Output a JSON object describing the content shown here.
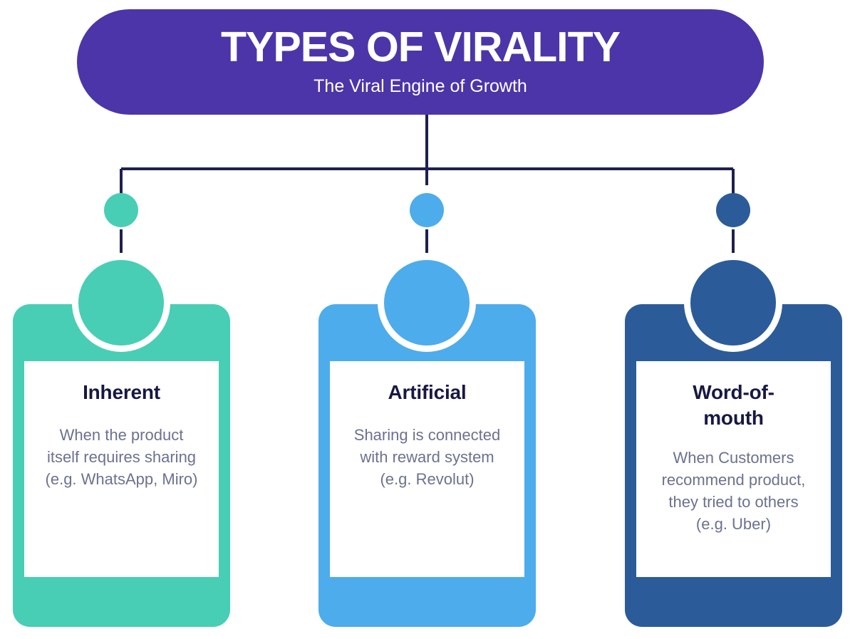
{
  "header": {
    "title": "TYPES OF VIRALITY",
    "subtitle": "The Viral Engine of Growth",
    "background_color": "#4C35A8",
    "text_color": "#FFFFFF"
  },
  "connector": {
    "color": "#1E2050",
    "stroke_width": 4,
    "style": "elbow-with-dashes"
  },
  "theme": {
    "page_background": "#FFFFFF",
    "heading_color": "#181843",
    "body_color": "#6C7190",
    "ring_color": "#FFFFFF"
  },
  "branches": [
    {
      "id": "inherent",
      "heading": "Inherent",
      "body": "When the product\nitself requires sharing\n(e.g. WhatsApp, Miro)",
      "color": "#48CEB4",
      "dot_label": "branch-dot-inherent",
      "circle_label": "branch-circle-inherent"
    },
    {
      "id": "artificial",
      "heading": "Artificial",
      "body": "Sharing is connected\nwith reward system\n(e.g. Revolut)",
      "color": "#4DACEB",
      "dot_label": "branch-dot-artificial",
      "circle_label": "branch-circle-artificial"
    },
    {
      "id": "word-of-mouth",
      "heading": "Word-of-mouth",
      "body": "When Customers\nrecommend product,\nthey tried to others\n(e.g. Uber)",
      "color": "#2B5C99",
      "dot_label": "branch-dot-word-of-mouth",
      "circle_label": "branch-circle-word-of-mouth"
    }
  ]
}
